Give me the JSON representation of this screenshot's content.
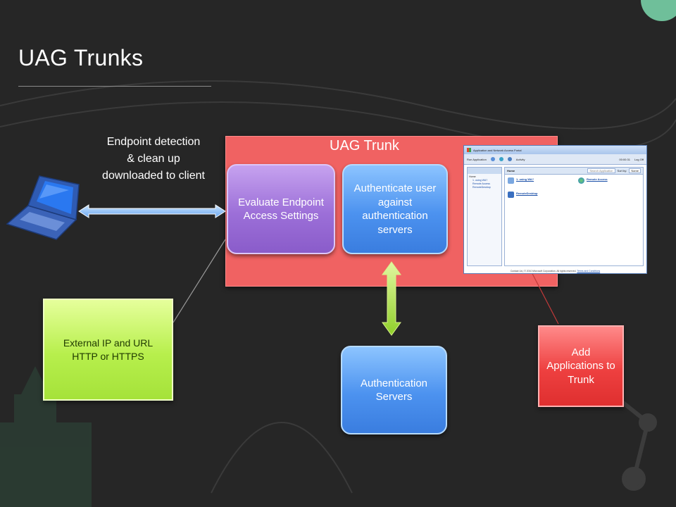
{
  "slide": {
    "title": "UAG Trunks"
  },
  "trunk": {
    "label": "UAG Trunk"
  },
  "nodes": {
    "evaluate": "Evaluate Endpoint Access Settings",
    "authenticate": "Authenticate user against authentication servers",
    "servers": "Authentication Servers",
    "external": {
      "line1": "External IP and URL",
      "line2": "HTTP or HTTPS"
    },
    "add_apps": "Add Applications to Trunk"
  },
  "endpoint_note": {
    "line1": "Endpoint detection",
    "line2": "& clean up",
    "line3": "downloaded to client"
  },
  "portal": {
    "window_title": "Application and Network Access Portal",
    "run_application": "Run Application",
    "activity": "Activity",
    "time": "00:00:31",
    "log_off": "Log Off",
    "main_header": "Home",
    "search_placeholder": "Search Application",
    "sort_by_label": "Sort by:",
    "sort_by_value": "Name",
    "nav_items": [
      "Home",
      "1. using WA?",
      "Remote Access",
      "RemoteDesktop"
    ],
    "items": [
      "1. using WA?",
      "Remote Access",
      "RemoteDesktop"
    ],
    "footer_prefix": "Contact Us",
    "footer_text": "© 2010 Microsoft Corporation. All rights reserved.",
    "footer_link": "Terms and Conditions"
  },
  "colors": {
    "trunk_panel": "#f06262",
    "purple_node": "#9c6fd8",
    "blue_node": "#4c92ef",
    "green_node": "#b7ef4c",
    "red_node": "#ee4040",
    "background": "#262626"
  }
}
